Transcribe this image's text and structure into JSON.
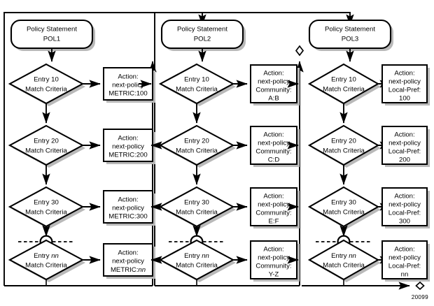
{
  "figure": {
    "number": "20099",
    "background_color": "#ffffff",
    "line_color": "#000000",
    "shadow_color": "#b9b9b9"
  },
  "columns": [
    {
      "id": "pol1",
      "terminator": {
        "line1": "Policy Statement",
        "line2": "POL1"
      },
      "entries": [
        {
          "decision": {
            "line1": "Entry 10",
            "line2": "Match Criteria",
            "italic_token": ""
          },
          "action": {
            "line1": "Action:",
            "line2": "next-policy",
            "line3": "METRIC:100",
            "line4": "",
            "italic_token": ""
          }
        },
        {
          "decision": {
            "line1": "Entry 20",
            "line2": "Match Criteria",
            "italic_token": ""
          },
          "action": {
            "line1": "Action:",
            "line2": "next-policy",
            "line3": "METRIC:200",
            "line4": "",
            "italic_token": ""
          }
        },
        {
          "decision": {
            "line1": "Entry 30",
            "line2": "Match Criteria",
            "italic_token": ""
          },
          "action": {
            "line1": "Action:",
            "line2": "next-policy",
            "line3": "METRIC:300",
            "line4": "",
            "italic_token": ""
          }
        },
        {
          "decision": {
            "line1": "Entry ",
            "line2": "Match Criteria",
            "italic_token": "nn"
          },
          "action": {
            "line1": "Action:",
            "line2": "next-policy",
            "line3": "METRIC:",
            "line4": "",
            "italic_token": "nn"
          }
        }
      ],
      "continuation": {
        "style": "dashed-circle",
        "label": ""
      }
    },
    {
      "id": "pol2",
      "terminator": {
        "line1": "Policy Statement",
        "line2": "POL2"
      },
      "entries": [
        {
          "decision": {
            "line1": "Entry 10",
            "line2": "Match Criteria",
            "italic_token": ""
          },
          "action": {
            "line1": "Action:",
            "line2": "next-policy",
            "line3": "Community:",
            "line4": "A:B",
            "italic_token": ""
          }
        },
        {
          "decision": {
            "line1": "Entry 20",
            "line2": "Match Criteria",
            "italic_token": ""
          },
          "action": {
            "line1": "Action:",
            "line2": "next-policy",
            "line3": "Community:",
            "line4": "C:D",
            "italic_token": ""
          }
        },
        {
          "decision": {
            "line1": "Entry 30",
            "line2": "Match Criteria",
            "italic_token": ""
          },
          "action": {
            "line1": "Action:",
            "line2": "next-policy",
            "line3": "Community:",
            "line4": "E:F",
            "italic_token": ""
          }
        },
        {
          "decision": {
            "line1": "Entry ",
            "line2": "Match Criteria",
            "italic_token": "nn"
          },
          "action": {
            "line1": "Action:",
            "line2": "next-policy",
            "line3": "Community:",
            "line4": "Y-Z",
            "italic_token": ""
          }
        }
      ],
      "continuation": {
        "style": "dashed-circle",
        "label": ""
      }
    },
    {
      "id": "pol3",
      "terminator": {
        "line1": "Policy Statement",
        "line2": "POL3"
      },
      "entries": [
        {
          "decision": {
            "line1": "Entry 10",
            "line2": "Match Criteria",
            "italic_token": ""
          },
          "action": {
            "line1": "Action:",
            "line2": "next-policy",
            "line3": "Local-Pref:",
            "line4": "100",
            "italic_token": ""
          }
        },
        {
          "decision": {
            "line1": "Entry 20",
            "line2": "Match Criteria",
            "italic_token": ""
          },
          "action": {
            "line1": "Action:",
            "line2": "next-policy",
            "line3": "Local-Pref:",
            "line4": "200",
            "italic_token": ""
          }
        },
        {
          "decision": {
            "line1": "Entry 30",
            "line2": "Match Criteria",
            "italic_token": ""
          },
          "action": {
            "line1": "Action:",
            "line2": "next-policy",
            "line3": "Local-Pref:",
            "line4": "300",
            "italic_token": ""
          }
        },
        {
          "decision": {
            "line1": "Entry ",
            "line2": "Match Criteria",
            "italic_token": "nn"
          },
          "action": {
            "line1": "Action:",
            "line2": "next-policy",
            "line3": "Local-Pref:",
            "line4": "nn",
            "italic_token": ""
          }
        }
      ],
      "continuation": {
        "style": "dashed-circle",
        "label": ""
      }
    }
  ]
}
